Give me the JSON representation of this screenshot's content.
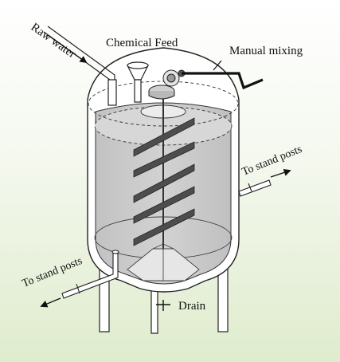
{
  "labels": {
    "raw_water": "Raw water",
    "chemical_feed": "Chemical Feed",
    "manual_mixing": "Manual mixing",
    "to_stand_posts_right": "To stand posts",
    "to_stand_posts_left": "To stand posts",
    "drain": "Drain"
  },
  "colors": {
    "background_top": "#ffffff",
    "background_bottom": "#dfeccd",
    "water": "#c9c9c9",
    "tank_outline": "#222222",
    "paddle": "#4d4d4d",
    "handle": "#111111"
  }
}
